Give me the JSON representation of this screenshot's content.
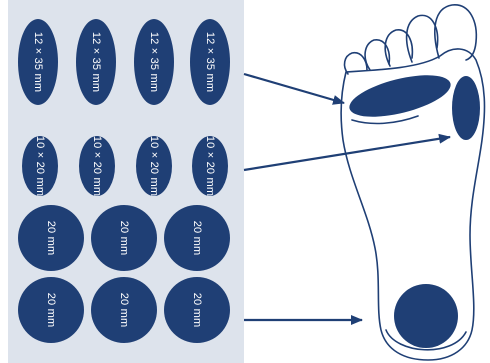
{
  "colors": {
    "sheet": "#dde3ec",
    "pad": "#1f3f75",
    "outline": "#1f3f75",
    "label": "#ffffff"
  },
  "pads": {
    "oval_large_label": "12 × 35 mm",
    "oval_small_label": "10 × 20 mm",
    "circle_label": "20 mm"
  }
}
